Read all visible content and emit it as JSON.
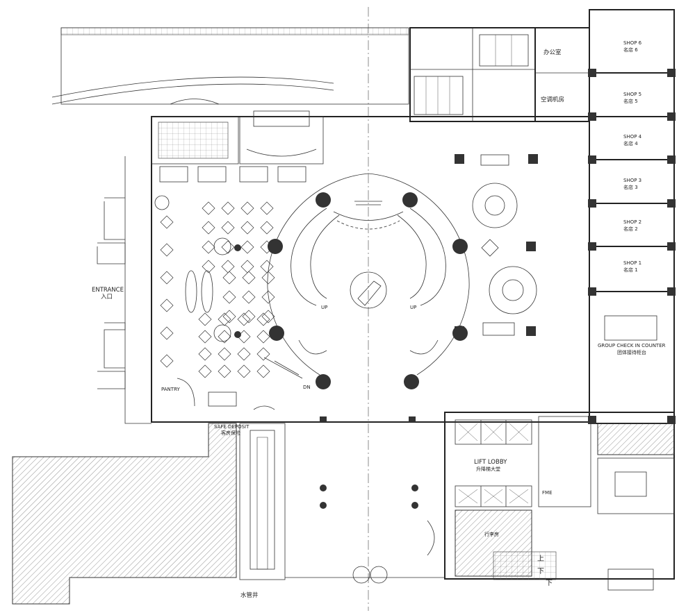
{
  "labels": {
    "entrance_en": "ENTRANCE",
    "entrance_cn": "入口",
    "office": "办公室",
    "ac_room": "空调机房",
    "shop6_en": "SHOP 6",
    "shop6_cn": "名店 6",
    "shop5_en": "SHOP 5",
    "shop5_cn": "名店 5",
    "shop4_en": "SHOP 4",
    "shop4_cn": "名店 4",
    "shop3_en": "SHOP 3",
    "shop3_cn": "名店 3",
    "shop2_en": "SHOP 2",
    "shop2_cn": "名店 2",
    "shop1_en": "SHOP 1",
    "shop1_cn": "名店 1",
    "group_checkin_en": "GROUP CHECK IN COUNTER",
    "group_checkin_cn": "团体接待柜台",
    "safe_deposit_en": "SAFE DEPOSIT",
    "safe_deposit_cn": "客房保险",
    "lift_lobby_en": "LIFT LOBBY",
    "lift_lobby_cn": "升降梯大堂",
    "pantry": "PANTRY",
    "water_shaft": "水管井",
    "up": "上",
    "down": "下",
    "luggage": "行李房",
    "fme": "FME",
    "stair_up": "UP",
    "stair_dn": "DN"
  },
  "colors": {
    "line": "#222222",
    "hatch": "#555555",
    "column": "#333333",
    "background": "#ffffff"
  }
}
